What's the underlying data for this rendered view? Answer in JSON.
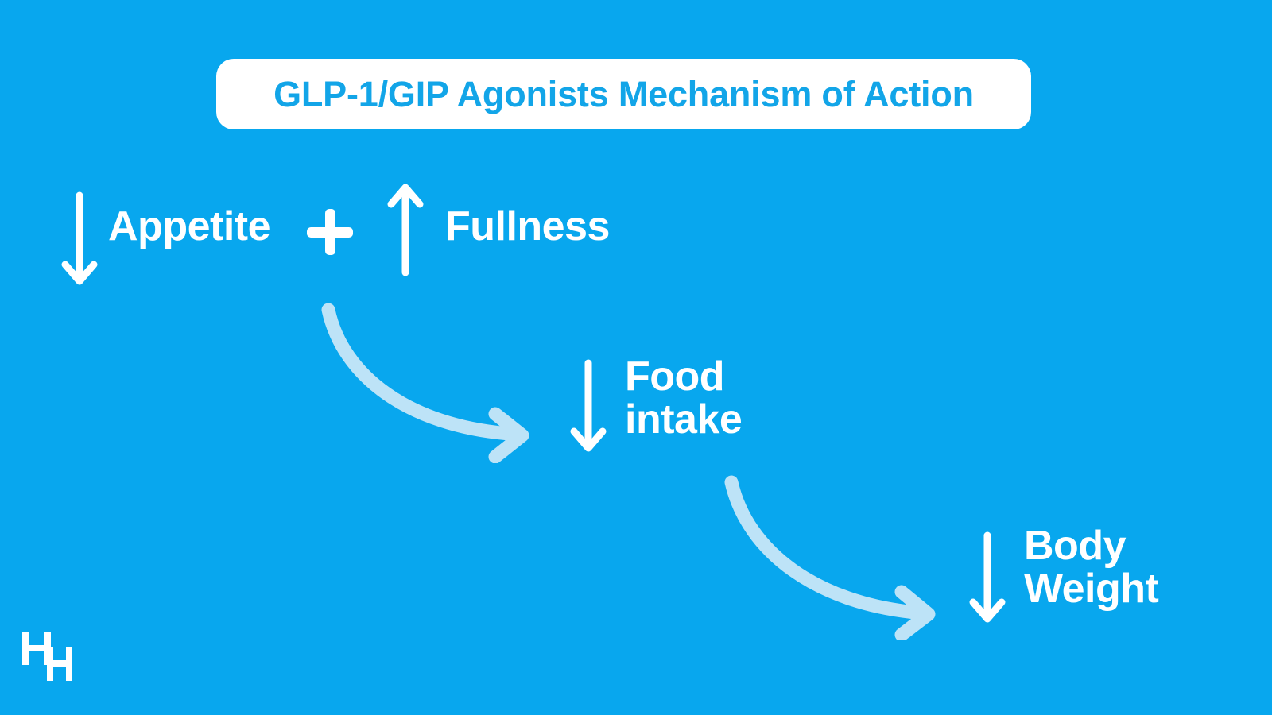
{
  "meta": {
    "background_color": "#08a7ee",
    "accent_color": "#12a5e8",
    "text_color": "#ffffff",
    "curved_arrow_color": "#bde3f7",
    "pill_color": "#ffffff"
  },
  "header": {
    "title": "GLP-1/GIP Agonists Mechanism of Action"
  },
  "diagram": {
    "type": "flow",
    "nodes": [
      {
        "id": "appetite",
        "label": "Appetite",
        "arrow_direction": "down",
        "arrow_name": "decrease-arrow"
      },
      {
        "id": "fullness",
        "label": "Fullness",
        "arrow_direction": "up",
        "arrow_name": "increase-arrow"
      },
      {
        "id": "food-intake",
        "label": "Food\nintake",
        "arrow_direction": "down",
        "arrow_name": "decrease-arrow"
      },
      {
        "id": "body-weight",
        "label": "Body\nWeight",
        "arrow_direction": "down",
        "arrow_name": "decrease-arrow"
      }
    ],
    "operators": [
      {
        "id": "plus",
        "symbol": "+"
      }
    ],
    "connectors": [
      {
        "id": "appetite-fullness-to-food-intake",
        "from": "appetite+fullness",
        "to": "food-intake",
        "style": "curved"
      },
      {
        "id": "food-intake-to-body-weight",
        "from": "food-intake",
        "to": "body-weight",
        "style": "curved"
      }
    ]
  },
  "footer": {
    "logo_text": "HH"
  }
}
